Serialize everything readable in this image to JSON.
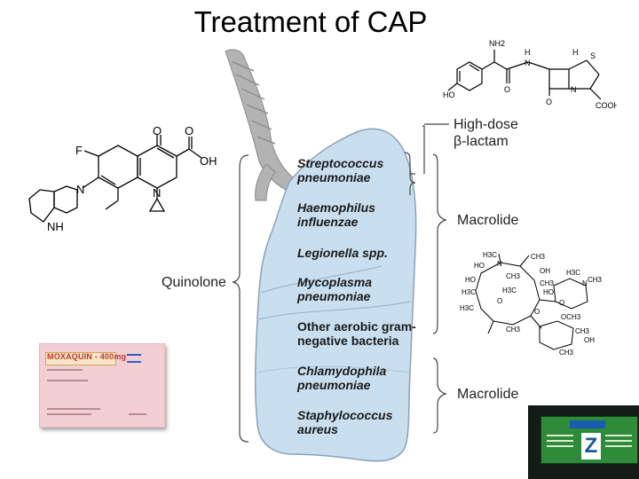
{
  "title": "Treatment of CAP",
  "organisms": [
    {
      "line1": "Streptococcus",
      "line2": "pneumoniae"
    },
    {
      "line1": "Haemophilus",
      "line2": "influenzae"
    },
    {
      "line1": "Legionella spp.",
      "line2": ""
    },
    {
      "line1": "Mycoplasma",
      "line2": "pneumoniae"
    },
    {
      "line1": "Other aerobic gram-",
      "line2": "negative bacteria"
    },
    {
      "line1": "Chlamydophila",
      "line2": "pneumoniae"
    },
    {
      "line1": "Staphylococcus",
      "line2": "aureus"
    }
  ],
  "drug_labels": {
    "quinolone": "Quinolone",
    "beta_lactam_line1": "High-dose",
    "beta_lactam_line2": "β-lactam",
    "macrolide_top": "Macrolide",
    "macrolide_bottom": "Macrolide"
  },
  "moxifloxacin_atoms": {
    "O_keto": "O",
    "O_acid": "O",
    "OH": "OH",
    "F": "F",
    "N_ring": "N",
    "N_quin": "N",
    "NH": "NH"
  },
  "amoxicillin_atoms": {
    "NH2": "NH2",
    "H_amide": "H",
    "N_amide": "N",
    "H_ring": "H",
    "S": "S",
    "N_lactam": "N",
    "O_lactam": "O",
    "COOH": "COOH",
    "HO": "HO",
    "O_amide": "O"
  },
  "macrolide_atoms": {
    "a1": "H3C",
    "a2": "CH3",
    "a3": "HO",
    "a4": "OH",
    "a5": "HO",
    "a6": "CH3",
    "a7": "H3C",
    "a8": "H3C",
    "a9": "H3C",
    "a10": "N",
    "a11": "CH3",
    "a12": "HO",
    "a13": "O",
    "a14": "CH3",
    "a15": "O",
    "a16": "O",
    "a17": "OCH3",
    "a18": "CH3",
    "a19": "OH",
    "a20": "CH3",
    "a21": "CH3",
    "a22": "H3C",
    "a23": "N"
  },
  "packages": {
    "moxaquin_name": "MOXAQUIN - 400mg",
    "green_letter": "Z"
  },
  "colors": {
    "lung_fill": "#c9dff0",
    "lung_stroke": "#8aa2b8",
    "trachea": "#a8a8a8",
    "bracket": "#444444"
  }
}
